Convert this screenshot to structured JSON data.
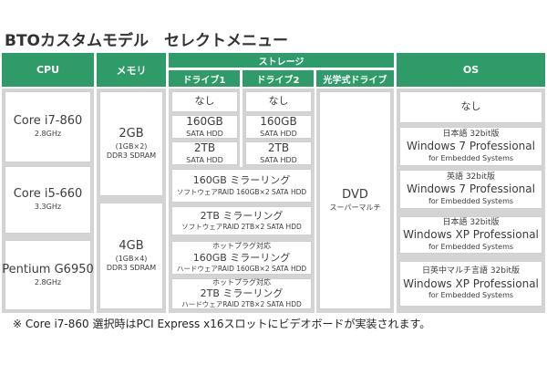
{
  "title": "BTOカスタムモデル　セレクトメニュー",
  "note": "※ Core i7-860 選択時はPCI Express x16スロットにビデオボードが実装されます。",
  "colors": {
    "header_green": "#2e9b68",
    "panel_gray": "#d4d4d4",
    "text": "#3c3c3c"
  },
  "headers": {
    "cpu": "CPU",
    "memory": "メモリ",
    "storage": "ストレージ",
    "drive1": "ドライブ1",
    "drive2": "ドライブ2",
    "optical": "光学式ドライブ",
    "os": "OS"
  },
  "cpu": {
    "options": [
      {
        "name": "Core i7-860",
        "spec": "2.8GHz"
      },
      {
        "name": "Core i5-660",
        "spec": "3.3GHz"
      },
      {
        "name": "Pentium G6950",
        "spec": "2.8GHz"
      }
    ]
  },
  "memory": {
    "options": [
      {
        "name": "2GB",
        "config": "(1GB×2)",
        "type": "DDR3 SDRAM"
      },
      {
        "name": "4GB",
        "config": "(1GB×4)",
        "type": "DDR3 SDRAM"
      }
    ]
  },
  "drive1": {
    "options": [
      {
        "name": "なし"
      },
      {
        "name": "160GB",
        "spec": "SATA HDD"
      },
      {
        "name": "2TB",
        "spec": "SATA HDD"
      }
    ]
  },
  "drive2": {
    "options": [
      {
        "name": "なし"
      },
      {
        "name": "160GB",
        "spec": "SATA HDD"
      },
      {
        "name": "2TB",
        "spec": "SATA HDD"
      }
    ]
  },
  "raid": {
    "options": [
      {
        "name": "160GB ミラーリング",
        "spec": "ソフトウェアRAID 160GB×2 SATA HDD"
      },
      {
        "name": "2TB ミラーリング",
        "spec": "ソフトウェアRAID 2TB×2 SATA HDD"
      },
      {
        "pre": "ホットプラグ対応",
        "name": "160GB ミラーリング",
        "spec": "ハードウェアRAID 160GB×2 SATA HDD"
      },
      {
        "pre": "ホットプラグ対応",
        "name": "2TB ミラーリング",
        "spec": "ハードウェアRAID 2TB×2 SATA HDD"
      }
    ]
  },
  "optical": {
    "options": [
      {
        "name": "DVD",
        "spec": "スーパーマルチ"
      }
    ]
  },
  "os": {
    "options": [
      {
        "name": "なし"
      },
      {
        "lang": "日本語 32bit版",
        "name": "Windows 7 Professional",
        "spec": "for Embedded Systems"
      },
      {
        "lang": "英語 32bit版",
        "name": "Windows 7 Professional",
        "spec": "for Embedded Systems"
      },
      {
        "lang": "日本語 32bit版",
        "name": "Windows XP Professional",
        "spec": "for Embedded Systems"
      },
      {
        "lang": "日英中マルチ言語 32bit版",
        "name": "Windows XP Professional",
        "spec": "for Embedded Systems"
      }
    ]
  }
}
